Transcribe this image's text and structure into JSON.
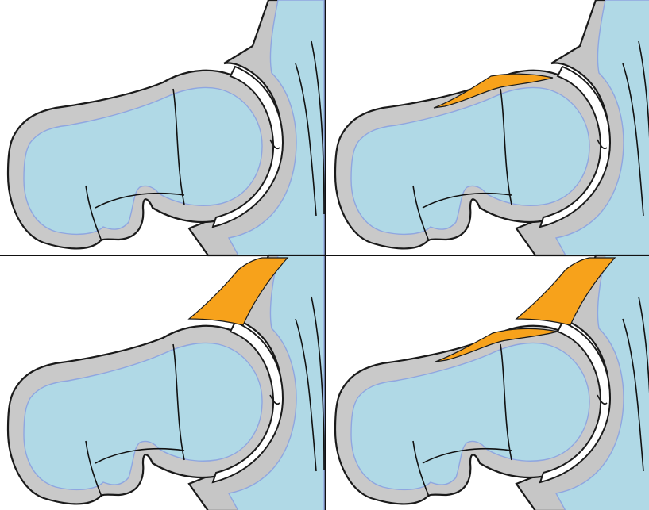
{
  "figure": {
    "panels": [
      {
        "id": "top-left",
        "variant": "normal"
      },
      {
        "id": "top-right",
        "variant": "cam"
      },
      {
        "id": "bottom-left",
        "variant": "pincer"
      },
      {
        "id": "bottom-right",
        "variant": "mixed"
      }
    ],
    "colors": {
      "background": "#ffffff",
      "marrow": "#b0d9e6",
      "marrow_outline": "#8fa6e0",
      "cortex": "#c9c9c9",
      "outline": "#1a1a1a",
      "lesion": "#f7a21b",
      "divider": "#111111"
    }
  }
}
